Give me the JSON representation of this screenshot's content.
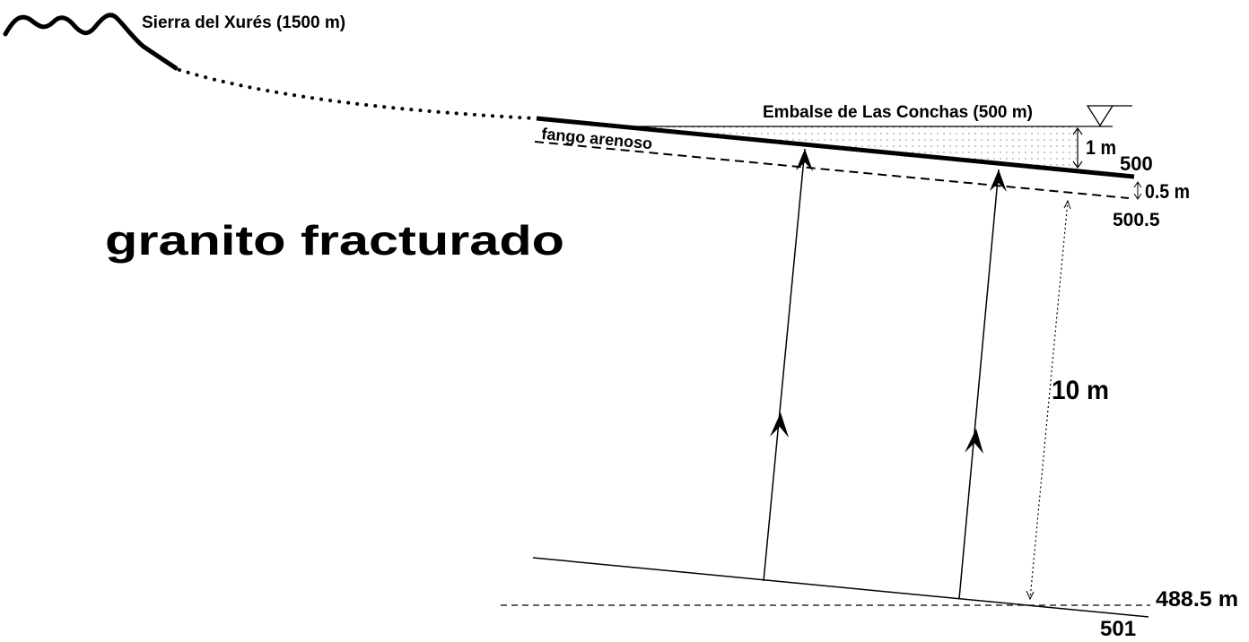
{
  "labels": {
    "sierra": "Sierra del Xurés (1500 m)",
    "embalse": "Embalse de Las Conchas (500 m)",
    "fango": "fango arenoso",
    "granito": "granito fracturado",
    "thickness_water": "1 m",
    "thickness_mud": "0.5 m",
    "depth": "10 m",
    "elev_500": "500",
    "elev_500_5": "500.5",
    "elev_488_5": "488.5 m",
    "elev_501": "501"
  },
  "icons": {
    "water_level": "water-table-triangle-icon",
    "flow_arrow": "arrowhead-icon"
  }
}
